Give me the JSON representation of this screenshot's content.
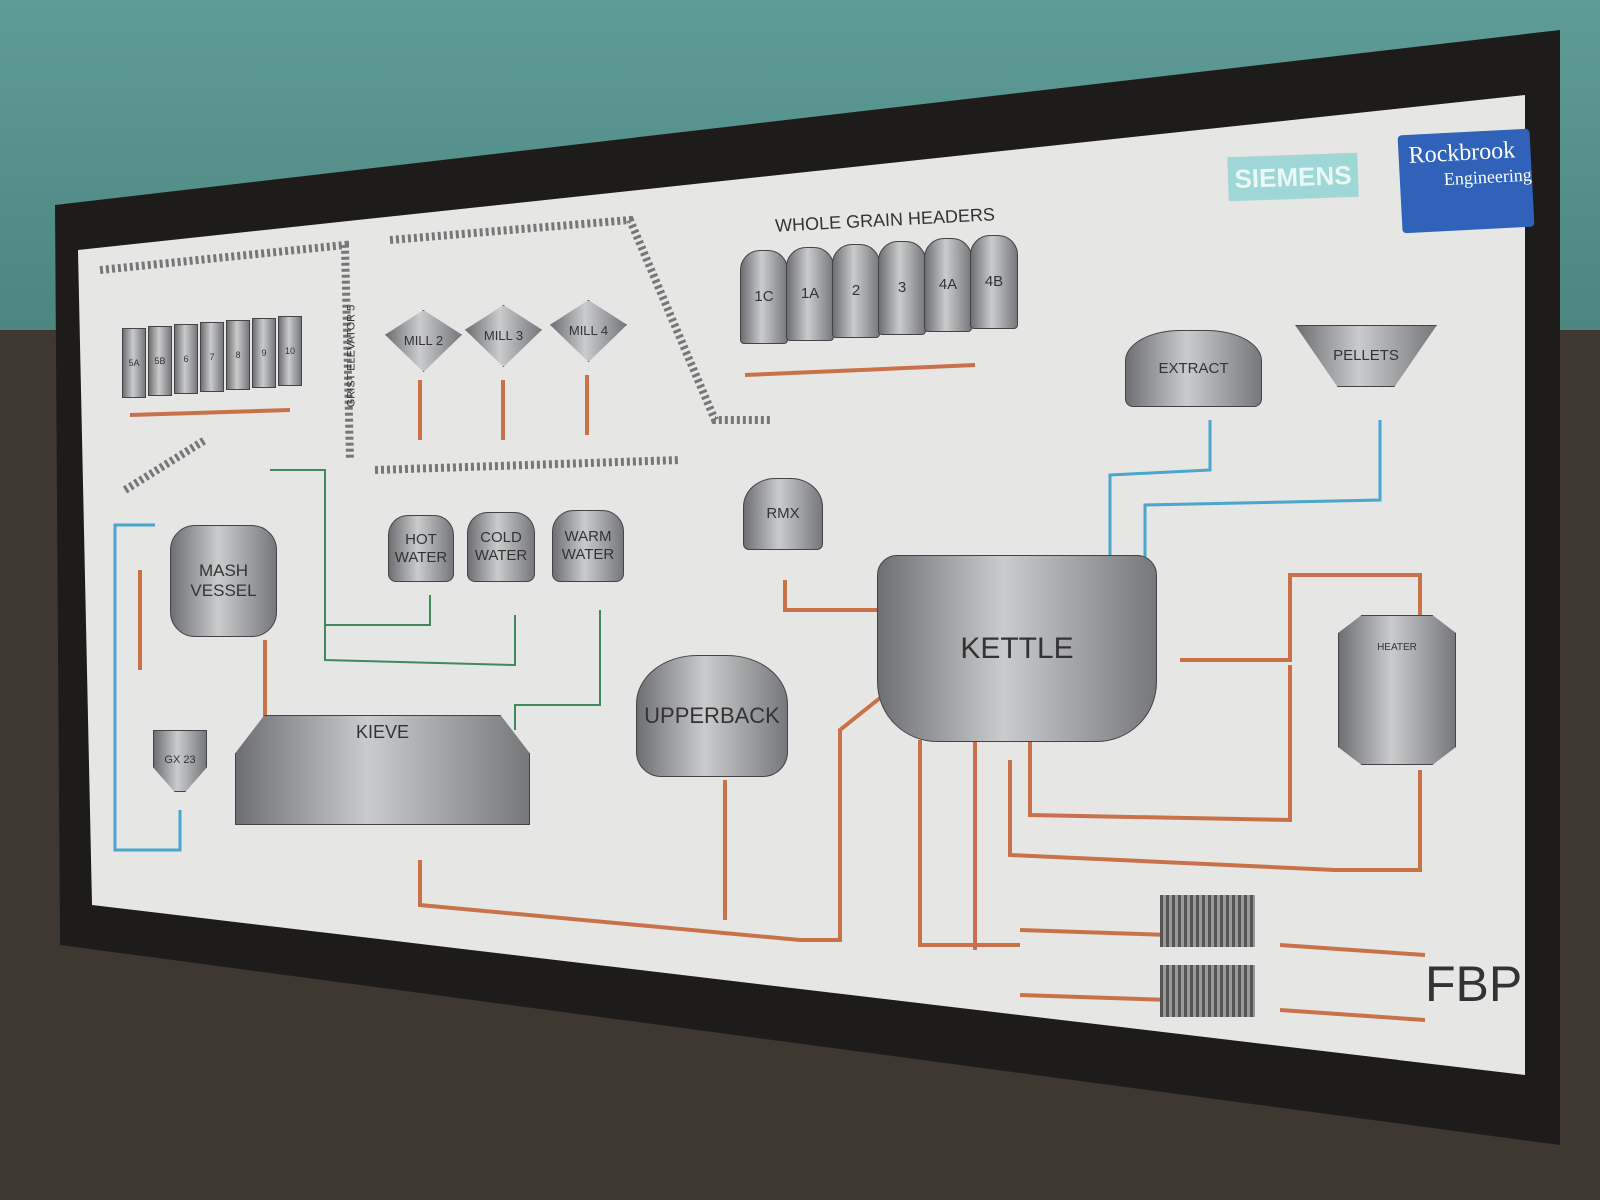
{
  "logos": {
    "siemens": "SIEMENS",
    "rockbrook_1": "Rockbrook",
    "rockbrook_2": "Engineering"
  },
  "headers_title": "WHOLE GRAIN HEADERS",
  "headers": [
    "1C",
    "1A",
    "2",
    "3",
    "4A",
    "4B"
  ],
  "grist_silos": [
    "5A",
    "5B",
    "6",
    "7",
    "8",
    "9",
    "10"
  ],
  "grist_elevator": "GRIST ELEVATOR 5",
  "mills": [
    "MILL 2",
    "MILL 3",
    "MILL 4"
  ],
  "vessels": {
    "extract": "EXTRACT",
    "pellets": "PELLETS",
    "rmx": "RMX",
    "mash_vessel": "MASH VESSEL",
    "hot_water": "HOT WATER",
    "cold_water": "COLD WATER",
    "warm_water": "WARM WATER",
    "kettle": "KETTLE",
    "heater": "HEATER",
    "upperback": "UPPERBACK",
    "kieve": "KIEVE",
    "gx23": "GX 23"
  },
  "panel_code": "FBP",
  "colors": {
    "pipe_orange": "#c9724a",
    "pipe_blue": "#4aa6cc",
    "pipe_green": "#3f8a5a",
    "panel": "#e6e6e4"
  }
}
